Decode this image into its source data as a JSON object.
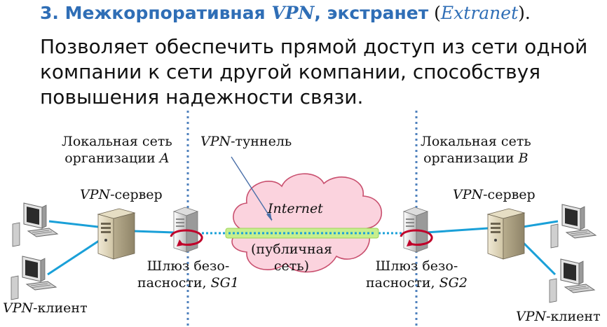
{
  "heading": {
    "number": "3.",
    "main": "Межкорпоративная",
    "vpn": "VPN",
    "comma": ",",
    "tail": "экстранет",
    "paren_open": " (",
    "extranet": "Extranet",
    "paren_close": ")."
  },
  "paragraph": {
    "line1": "Позволяет обеспечить прямой доступ из сети одной",
    "line2": "компании к сети другой компании, способствуя",
    "line3": "повышения надежности связи."
  },
  "labels": {
    "lan_a_line1": "Локальная сеть",
    "lan_a_line2": "организации",
    "lan_a_letter": "A",
    "lan_b_line1": "Локальная сеть",
    "lan_b_line2": "организации",
    "lan_b_letter": "B",
    "tunnel_vpn": "VPN",
    "tunnel_rest": "-туннель",
    "server_left_vpn": "VPN",
    "server_left_rest": "-сервер",
    "server_right_vpn": "VPN",
    "server_right_rest": "-сервер",
    "internet": "Internet",
    "public_line1": "(публичная",
    "public_line2": "сеть)",
    "gw_left_line1": "Шлюз безо-",
    "gw_left_line2": "пасности,",
    "gw_left_id": "SG1",
    "gw_right_line1": "Шлюз безо-",
    "gw_right_line2": "пасности,",
    "gw_right_id": "SG2",
    "client_left_vpn": "VPN",
    "client_left_rest": "-клиент",
    "client_right_vpn": "VPN",
    "client_right_rest": "-клиент"
  },
  "colors": {
    "heading_blue": "#2f6eb6",
    "link_line": "#1aa0d8",
    "divider": "#4f81bd",
    "cloud_fill": "#fbd3de",
    "cloud_stroke": "#c9506f",
    "tunnel_fill": "#c6ef8e",
    "rotation_arrow": "#c0002a"
  }
}
